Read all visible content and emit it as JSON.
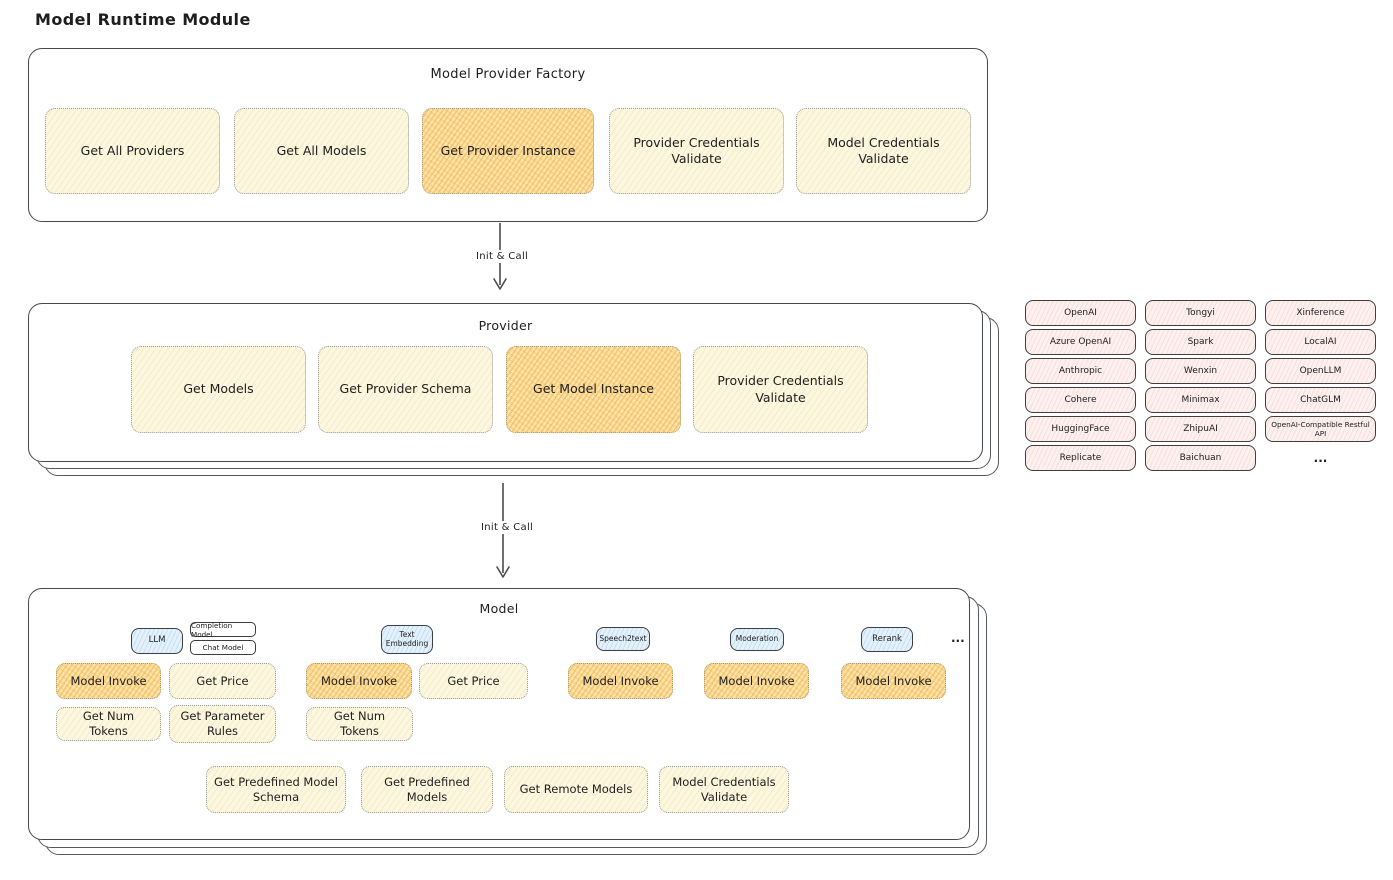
{
  "page_title": "Model Runtime Module",
  "factory": {
    "title": "Model Provider Factory",
    "buttons": {
      "get_all_providers": "Get All Providers",
      "get_all_models": "Get All Models",
      "get_provider_instance": "Get Provider Instance",
      "provider_credentials_validate": "Provider Credentials Validate",
      "model_credentials_validate": "Model Credentials Validate"
    }
  },
  "arrow1": {
    "label": "Init & Call"
  },
  "arrow2": {
    "label": "Init & Call"
  },
  "provider": {
    "title": "Provider",
    "buttons": {
      "get_models": "Get Models",
      "get_provider_schema": "Get Provider Schema",
      "get_model_instance": "Get Model Instance",
      "provider_credentials_validate": "Provider Credentials Validate"
    }
  },
  "provider_list": {
    "columns": [
      [
        "OpenAI",
        "Azure OpenAI",
        "Anthropic",
        "Cohere",
        "HuggingFace",
        "Replicate"
      ],
      [
        "Tongyi",
        "Spark",
        "Wenxin",
        "Minimax",
        "ZhipuAI",
        "Baichuan"
      ],
      [
        "Xinference",
        "LocalAI",
        "OpenLLM",
        "ChatGLM",
        "OpenAI-Compatible Restful API"
      ]
    ],
    "more_label": "..."
  },
  "model": {
    "title": "Model",
    "chips": {
      "llm": "LLM",
      "completion_model": "Completion Model",
      "chat_model": "Chat Model",
      "text_embedding": "Text Embedding",
      "speech2text": "Speech2text",
      "moderation": "Moderation",
      "rerank": "Rerank"
    },
    "more_label": "...",
    "actions": {
      "llm_model_invoke": "Model Invoke",
      "llm_get_price": "Get Price",
      "llm_get_num_tokens": "Get Num Tokens",
      "llm_get_parameter_rules": "Get Parameter Rules",
      "embedding_model_invoke": "Model Invoke",
      "embedding_get_price": "Get Price",
      "embedding_get_num_tokens": "Get Num Tokens",
      "speech2text_model_invoke": "Model Invoke",
      "moderation_model_invoke": "Model Invoke",
      "rerank_model_invoke": "Model Invoke",
      "get_predefined_model_schema": "Get Predefined Model Schema",
      "get_predefined_models": "Get Predefined Models",
      "get_remote_models": "Get Remote Models",
      "model_credentials_validate": "Model Credentials Validate"
    }
  },
  "colors": {
    "box_border": "#46494e",
    "light_fill": "#fcf7e0",
    "highlight_fill": "#fbe3aa",
    "provider_fill": "#fdf1ef",
    "model_type_fill": "#e4f1fb"
  }
}
